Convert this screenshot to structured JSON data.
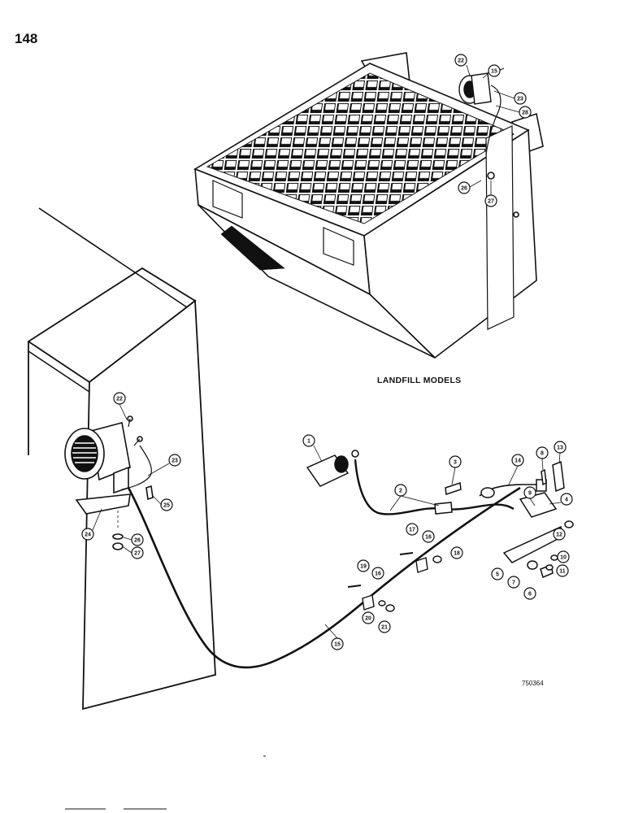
{
  "page_number": "148",
  "landfill_caption": "LANDFILL MODELS",
  "drawing_number": "750364",
  "callouts": [
    "1",
    "2",
    "3",
    "4",
    "5",
    "6",
    "7",
    "8",
    "9",
    "10",
    "11",
    "12",
    "13",
    "14",
    "15",
    "16",
    "17",
    "18",
    "19",
    "20",
    "21",
    "22",
    "23",
    "24",
    "25",
    "26",
    "27",
    "28"
  ],
  "line_color": "#111111",
  "paper_color": "#ffffff"
}
